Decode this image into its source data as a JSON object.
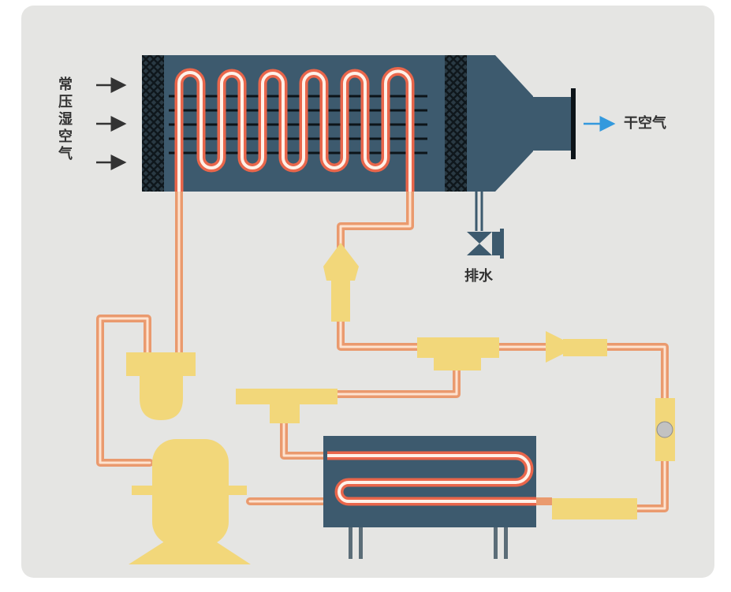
{
  "labels": {
    "inlet": [
      "常",
      "压",
      "湿",
      "空",
      "气"
    ],
    "outlet": "干空气",
    "drain": "排水"
  },
  "colors": {
    "panel": "#e5e5e3",
    "tank": "#3d5a6e",
    "coil_glow": "#f07850",
    "pipe": "#f2b28a",
    "component": "#f2d77a",
    "arrow_in": "#333333",
    "arrow_out": "#3399dd"
  }
}
